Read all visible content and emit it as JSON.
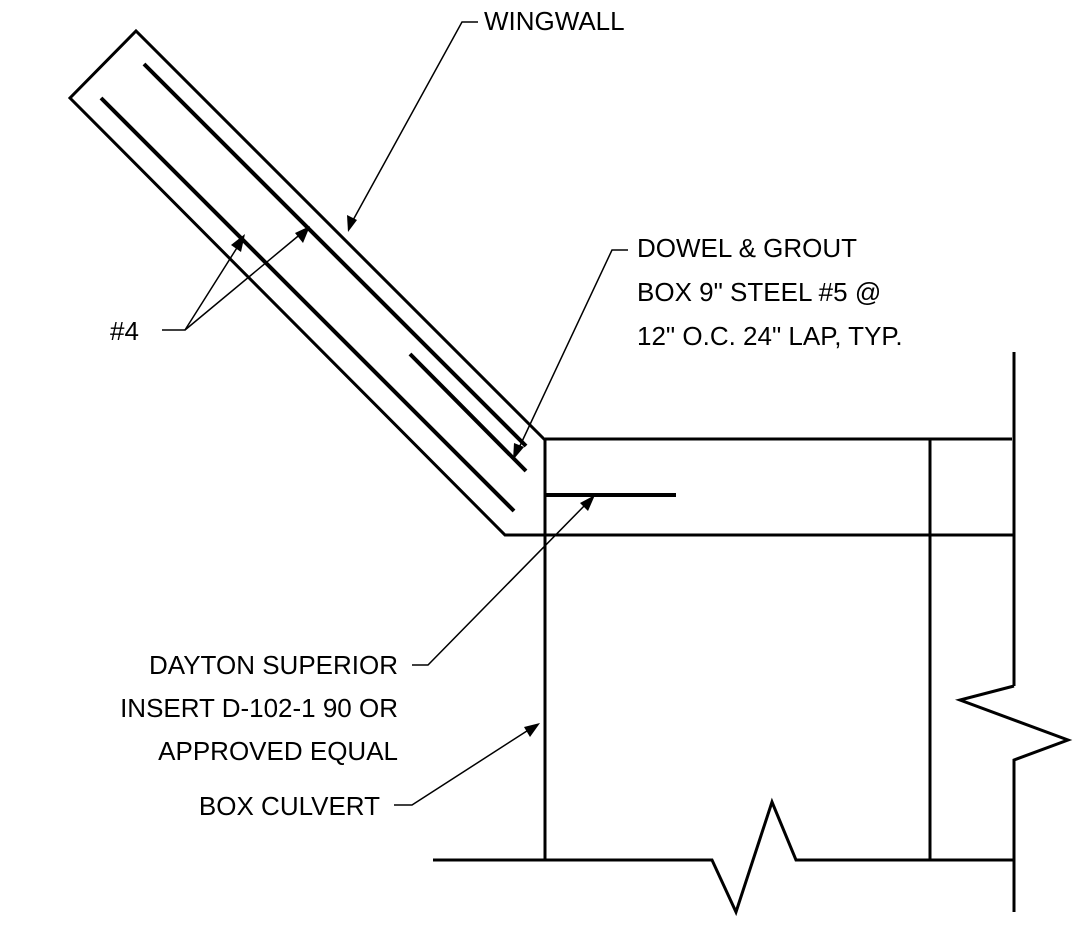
{
  "labels": {
    "wingwall": "WINGWALL",
    "dowel_line1": "DOWEL & GROUT",
    "dowel_line2": "BOX 9\" STEEL #5 @",
    "dowel_line3": "12\" O.C. 24\" LAP, TYP.",
    "rebar": "#4",
    "insert_line1": "DAYTON SUPERIOR",
    "insert_line2": "INSERT D-102-1 90 OR",
    "insert_line3": "APPROVED EQUAL",
    "box_culvert": "BOX CULVERT"
  }
}
